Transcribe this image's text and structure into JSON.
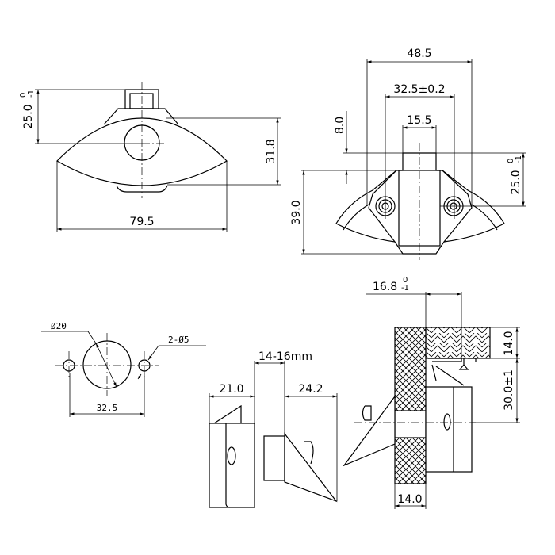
{
  "front_view": {
    "dim_height_label": "25.0",
    "dim_height_tol_upper": "0",
    "dim_height_tol_lower": "-1",
    "dim_body_height": "31.8",
    "dim_width": "79.5"
  },
  "top_view": {
    "dim_overall_width": "48.5",
    "dim_screw_spacing": "32.5±0.2",
    "dim_stem_width": "15.5",
    "dim_offset": "8.0",
    "dim_depth": "39.0",
    "dim_height_label": "25.0",
    "dim_height_tol_upper": "0",
    "dim_height_tol_lower": "-1"
  },
  "cutout_view": {
    "dim_hole_diameter": "Ø20",
    "dim_screw_holes": "2-Ø5",
    "dim_hole_spacing": "32.5"
  },
  "side_view": {
    "dim_panel_thickness": "14-16mm",
    "dim_left": "21.0",
    "dim_right": "24.2"
  },
  "install_view": {
    "dim_offset_label": "16.8",
    "dim_offset_tol_upper": "0",
    "dim_offset_tol_lower": "-1",
    "dim_top_panel": "14.0",
    "dim_latch_height": "30.0±1",
    "dim_side_panel": "14.0"
  }
}
